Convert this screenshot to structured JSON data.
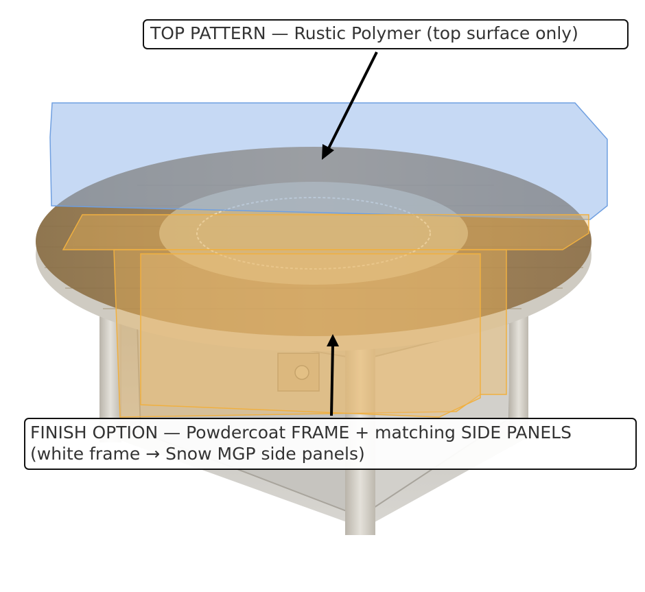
{
  "annotations": {
    "top_pattern": {
      "text": "TOP PATTERN — Rustic Polymer (top surface only)"
    },
    "finish_option": {
      "line1": "FINISH OPTION — Powdercoat FRAME + matching SIDE PANELS",
      "line2": "(white frame → Snow MGP side panels)"
    }
  },
  "colors": {
    "top_highlight": "#6f9fe0",
    "frame_highlight": "#f0b040",
    "wood": "#a08458",
    "frame": "#cfcbc3"
  }
}
